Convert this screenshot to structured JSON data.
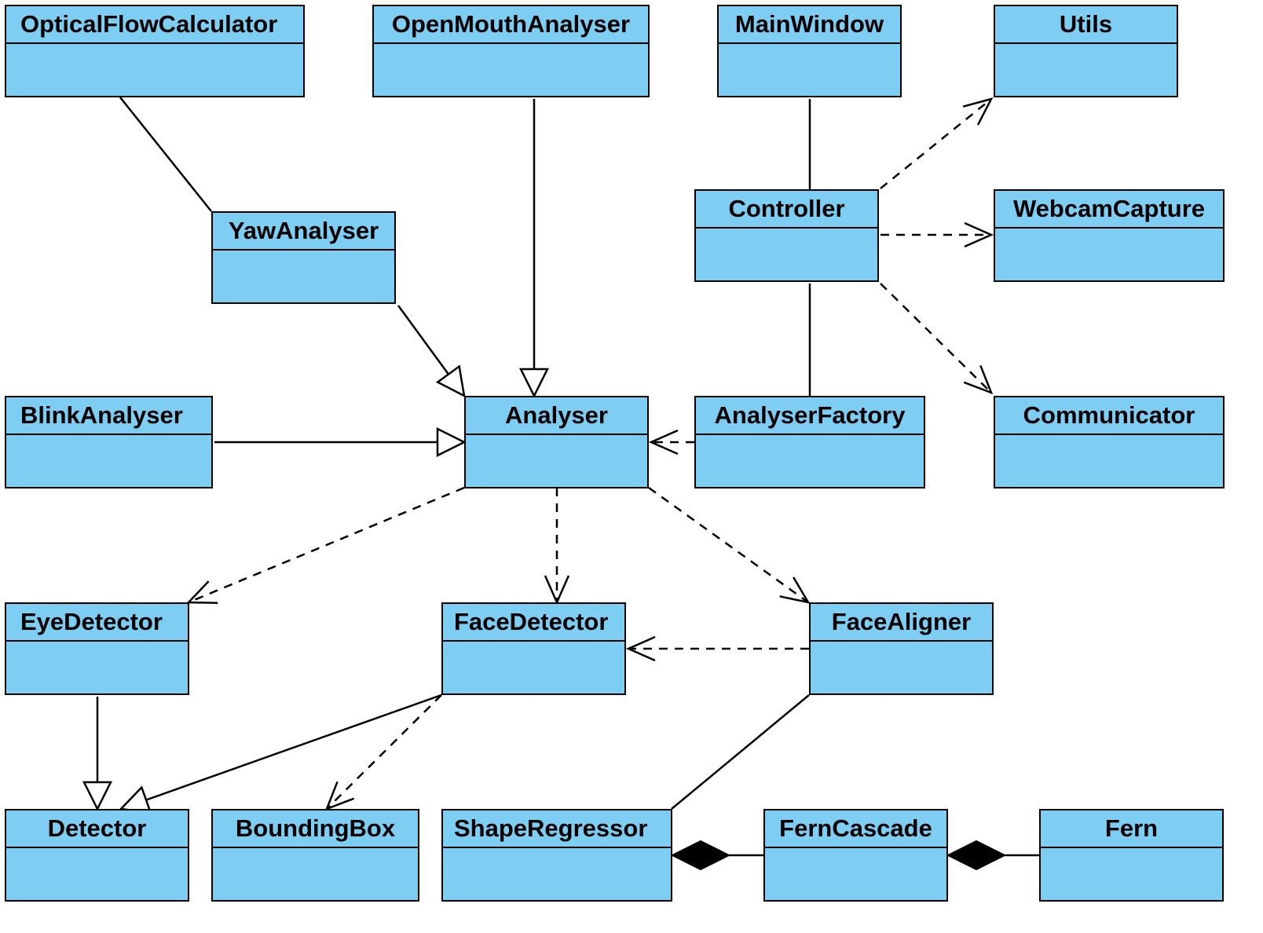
{
  "classes": [
    {
      "id": "OpticalFlowCalculator",
      "name": "OpticalFlowCalculator"
    },
    {
      "id": "OpenMouthAnalyser",
      "name": "OpenMouthAnalyser"
    },
    {
      "id": "MainWindow",
      "name": "MainWindow"
    },
    {
      "id": "Utils",
      "name": "Utils"
    },
    {
      "id": "YawAnalyser",
      "name": "YawAnalyser"
    },
    {
      "id": "Controller",
      "name": "Controller"
    },
    {
      "id": "WebcamCapture",
      "name": "WebcamCapture"
    },
    {
      "id": "BlinkAnalyser",
      "name": "BlinkAnalyser"
    },
    {
      "id": "Analyser",
      "name": "Analyser"
    },
    {
      "id": "AnalyserFactory",
      "name": "AnalyserFactory"
    },
    {
      "id": "Communicator",
      "name": "Communicator"
    },
    {
      "id": "EyeDetector",
      "name": "EyeDetector"
    },
    {
      "id": "FaceDetector",
      "name": "FaceDetector"
    },
    {
      "id": "FaceAligner",
      "name": "FaceAligner"
    },
    {
      "id": "Detector",
      "name": "Detector"
    },
    {
      "id": "BoundingBox",
      "name": "BoundingBox"
    },
    {
      "id": "ShapeRegressor",
      "name": "ShapeRegressor"
    },
    {
      "id": "FernCascade",
      "name": "FernCascade"
    },
    {
      "id": "Fern",
      "name": "Fern"
    }
  ],
  "relations": [
    {
      "from": "OpticalFlowCalculator",
      "to": "YawAnalyser",
      "kind": "association"
    },
    {
      "from": "YawAnalyser",
      "to": "Analyser",
      "kind": "generalization"
    },
    {
      "from": "OpenMouthAnalyser",
      "to": "Analyser",
      "kind": "generalization"
    },
    {
      "from": "BlinkAnalyser",
      "to": "Analyser",
      "kind": "generalization"
    },
    {
      "from": "MainWindow",
      "to": "Controller",
      "kind": "association"
    },
    {
      "from": "Controller",
      "to": "Utils",
      "kind": "dependency"
    },
    {
      "from": "Controller",
      "to": "WebcamCapture",
      "kind": "dependency"
    },
    {
      "from": "Controller",
      "to": "Communicator",
      "kind": "dependency"
    },
    {
      "from": "Controller",
      "to": "AnalyserFactory",
      "kind": "association"
    },
    {
      "from": "AnalyserFactory",
      "to": "Analyser",
      "kind": "dependency"
    },
    {
      "from": "Analyser",
      "to": "EyeDetector",
      "kind": "dependency"
    },
    {
      "from": "Analyser",
      "to": "FaceDetector",
      "kind": "dependency"
    },
    {
      "from": "Analyser",
      "to": "FaceAligner",
      "kind": "dependency"
    },
    {
      "from": "FaceAligner",
      "to": "FaceDetector",
      "kind": "dependency"
    },
    {
      "from": "EyeDetector",
      "to": "Detector",
      "kind": "generalization"
    },
    {
      "from": "FaceDetector",
      "to": "Detector",
      "kind": "generalization"
    },
    {
      "from": "FaceDetector",
      "to": "BoundingBox",
      "kind": "dependency"
    },
    {
      "from": "FaceAligner",
      "to": "ShapeRegressor",
      "kind": "association"
    },
    {
      "from": "FernCascade",
      "to": "ShapeRegressor",
      "kind": "composition"
    },
    {
      "from": "Fern",
      "to": "FernCascade",
      "kind": "composition"
    }
  ],
  "colors": {
    "class_fill": "#7ecef4",
    "stroke": "#000000",
    "background": "#ffffff"
  }
}
